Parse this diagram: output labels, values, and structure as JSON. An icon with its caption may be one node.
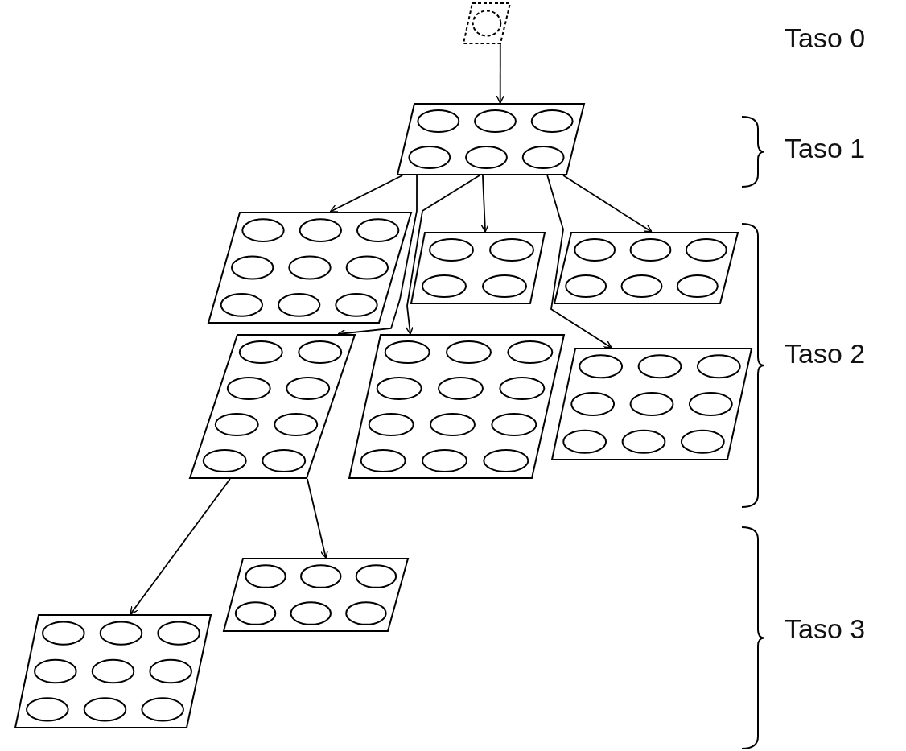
{
  "diagram": {
    "nodes": [
      {
        "text": [],
        "shape": "parallelogram"
      },
      {
        "text": [],
        "shape": "parallelogram"
      },
      {
        "text": [],
        "shape": "parallelogram"
      },
      {
        "text": [],
        "shape": "parallelogram"
      },
      {
        "text": [],
        "shape": "parallelogram"
      },
      {
        "text": [],
        "shape": "parallelogram"
      },
      {
        "text": [],
        "shape": "parallelogram"
      },
      {
        "text": [],
        "shape": "parallelogram"
      },
      {
        "text": [],
        "shape": "parallelogram"
      },
      {
        "text": [],
        "shape": "parallelogram"
      }
    ],
    "edges": [
      {
        "from": 0,
        "to": 1,
        "arrow": "to"
      },
      {
        "from": 1,
        "to": 2,
        "arrow": "to"
      },
      {
        "from": 1,
        "to": 5,
        "arrow": "to"
      },
      {
        "from": 1,
        "to": 3,
        "arrow": "to"
      },
      {
        "from": 1,
        "to": 6,
        "arrow": "to"
      },
      {
        "from": 1,
        "to": 4,
        "arrow": "to"
      },
      {
        "from": 1,
        "to": 7,
        "arrow": "to"
      },
      {
        "from": 5,
        "to": 9,
        "arrow": "to"
      },
      {
        "from": 5,
        "to": 8,
        "arrow": "to"
      }
    ],
    "labels": [
      "Taso 0",
      "Taso 1",
      "Taso 2",
      "Taso 3"
    ]
  }
}
